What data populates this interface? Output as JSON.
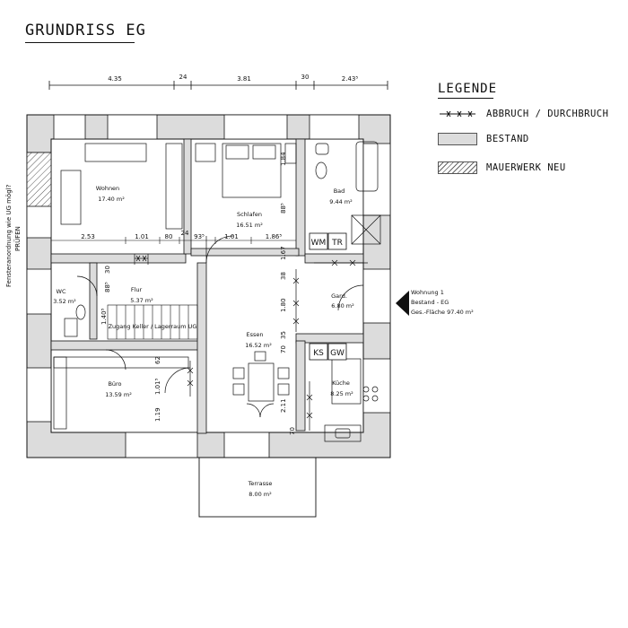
{
  "title": "GRUNDRISS EG",
  "legend": {
    "title": "LEGENDE",
    "items": [
      {
        "key": "demolition",
        "label": "ABBRUCH / DURCHBRUCH"
      },
      {
        "key": "existing",
        "label": "BESTAND"
      },
      {
        "key": "new_masonry",
        "label": "MAUERWERK NEU"
      }
    ]
  },
  "top_dimensions": [
    "4.35",
    "24",
    "3.81",
    "30",
    "2.43⁵"
  ],
  "rooms": {
    "wohnen": {
      "name": "Wohnen",
      "area": "17.40 m²"
    },
    "schlafen": {
      "name": "Schlafen",
      "area": "16.51 m²"
    },
    "bad": {
      "name": "Bad",
      "area": "9.44 m²"
    },
    "wc": {
      "name": "WC",
      "area": "3.52 m²"
    },
    "flur": {
      "name": "Flur",
      "area": "5.37 m²"
    },
    "gard": {
      "name": "Gard.",
      "area": "6.80 m²"
    },
    "essen": {
      "name": "Essen",
      "area": "16.52 m²"
    },
    "buero": {
      "name": "Büro",
      "area": "13.59 m²"
    },
    "kueche": {
      "name": "Küche",
      "area": "8.25 m²"
    },
    "terrasse": {
      "name": "Terrasse",
      "area": "8.00 m²"
    }
  },
  "appliance_tags": [
    "WM",
    "TR",
    "KS",
    "GW"
  ],
  "stair_note": "Zugang Keller / Lagerraum UG",
  "side_note": [
    "Fensteranordnung wie UG mögl?",
    "PRÜFEN"
  ],
  "unit_info": [
    "Wohnung 1",
    "Bestand - EG",
    "Ges.-Fläche 97.40 m²"
  ],
  "inner_dimensions": {
    "row_a": [
      "2.53",
      "1.01",
      "80",
      "24",
      "93⁵",
      "1.01",
      "1.86⁵"
    ],
    "misc": [
      "1.84",
      "88⁵",
      "1.67",
      "38",
      "1.80",
      "70",
      "35",
      "2.11",
      "70",
      "30",
      "88⁵",
      "1.40⁵",
      "62",
      "1.01⁵",
      "1.19"
    ]
  },
  "colors": {
    "wall": "#dcdcdc",
    "line": "#111111"
  }
}
